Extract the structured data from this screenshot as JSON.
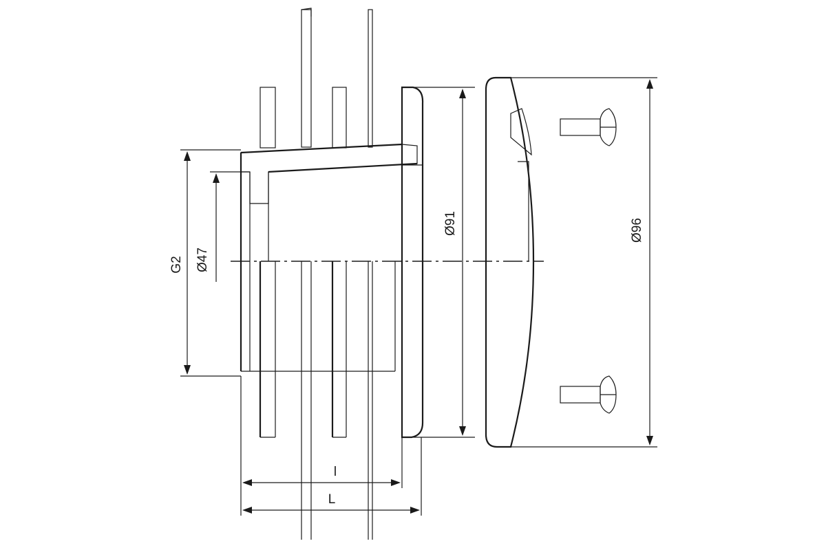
{
  "dimensions": {
    "g2": "G2",
    "d47": "Ø47",
    "d91": "Ø91",
    "d96": "Ø96",
    "l_small": "l",
    "l_large": "L"
  }
}
